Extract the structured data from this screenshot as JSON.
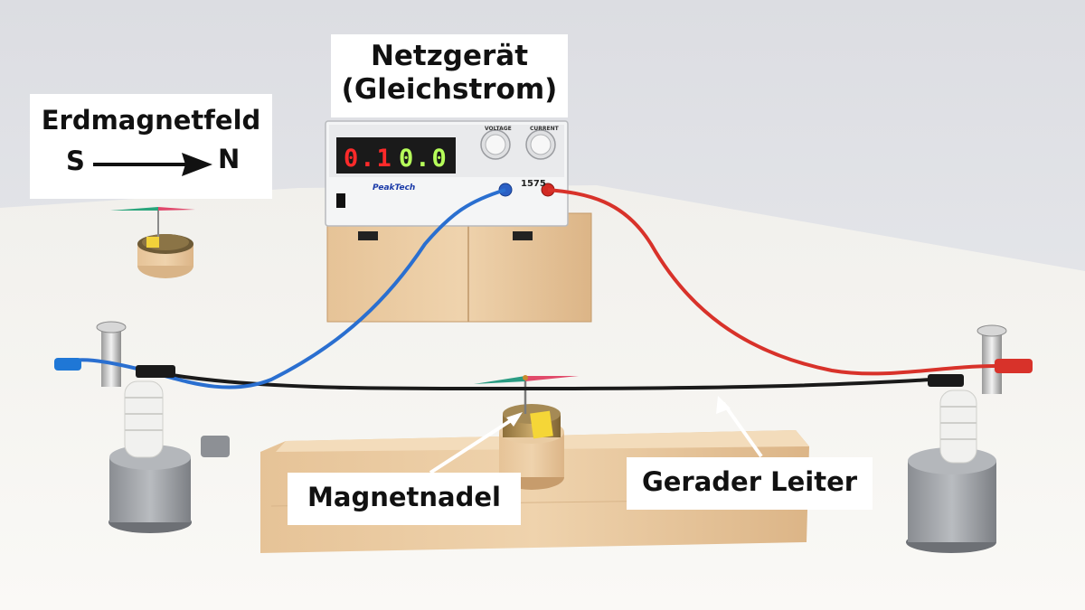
{
  "labels": {
    "power_supply_line1": "Netzgerät",
    "power_supply_line2": "(Gleichstrom)",
    "earth_field": "Erdmagnetfeld",
    "south": "S",
    "north": "N",
    "magnetic_needle": "Magnetnadel",
    "straight_conductor": "Gerader Leiter"
  },
  "device": {
    "brand": "PeakTech",
    "model": "1575",
    "voltage_display": "0.1",
    "current_display": "0.0",
    "voltage_knob": "VOLTAGE",
    "current_knob": "CURRENT"
  },
  "colors": {
    "positive_cable": "#d8322a",
    "negative_cable": "#2a6fd0",
    "conductor_wire": "#1a1a1a",
    "wall": "#e6e6e8",
    "table": "#f3f2ee",
    "wood": "#e8c9a0"
  },
  "icons": {
    "direction_arrow": "arrow-right-icon"
  }
}
